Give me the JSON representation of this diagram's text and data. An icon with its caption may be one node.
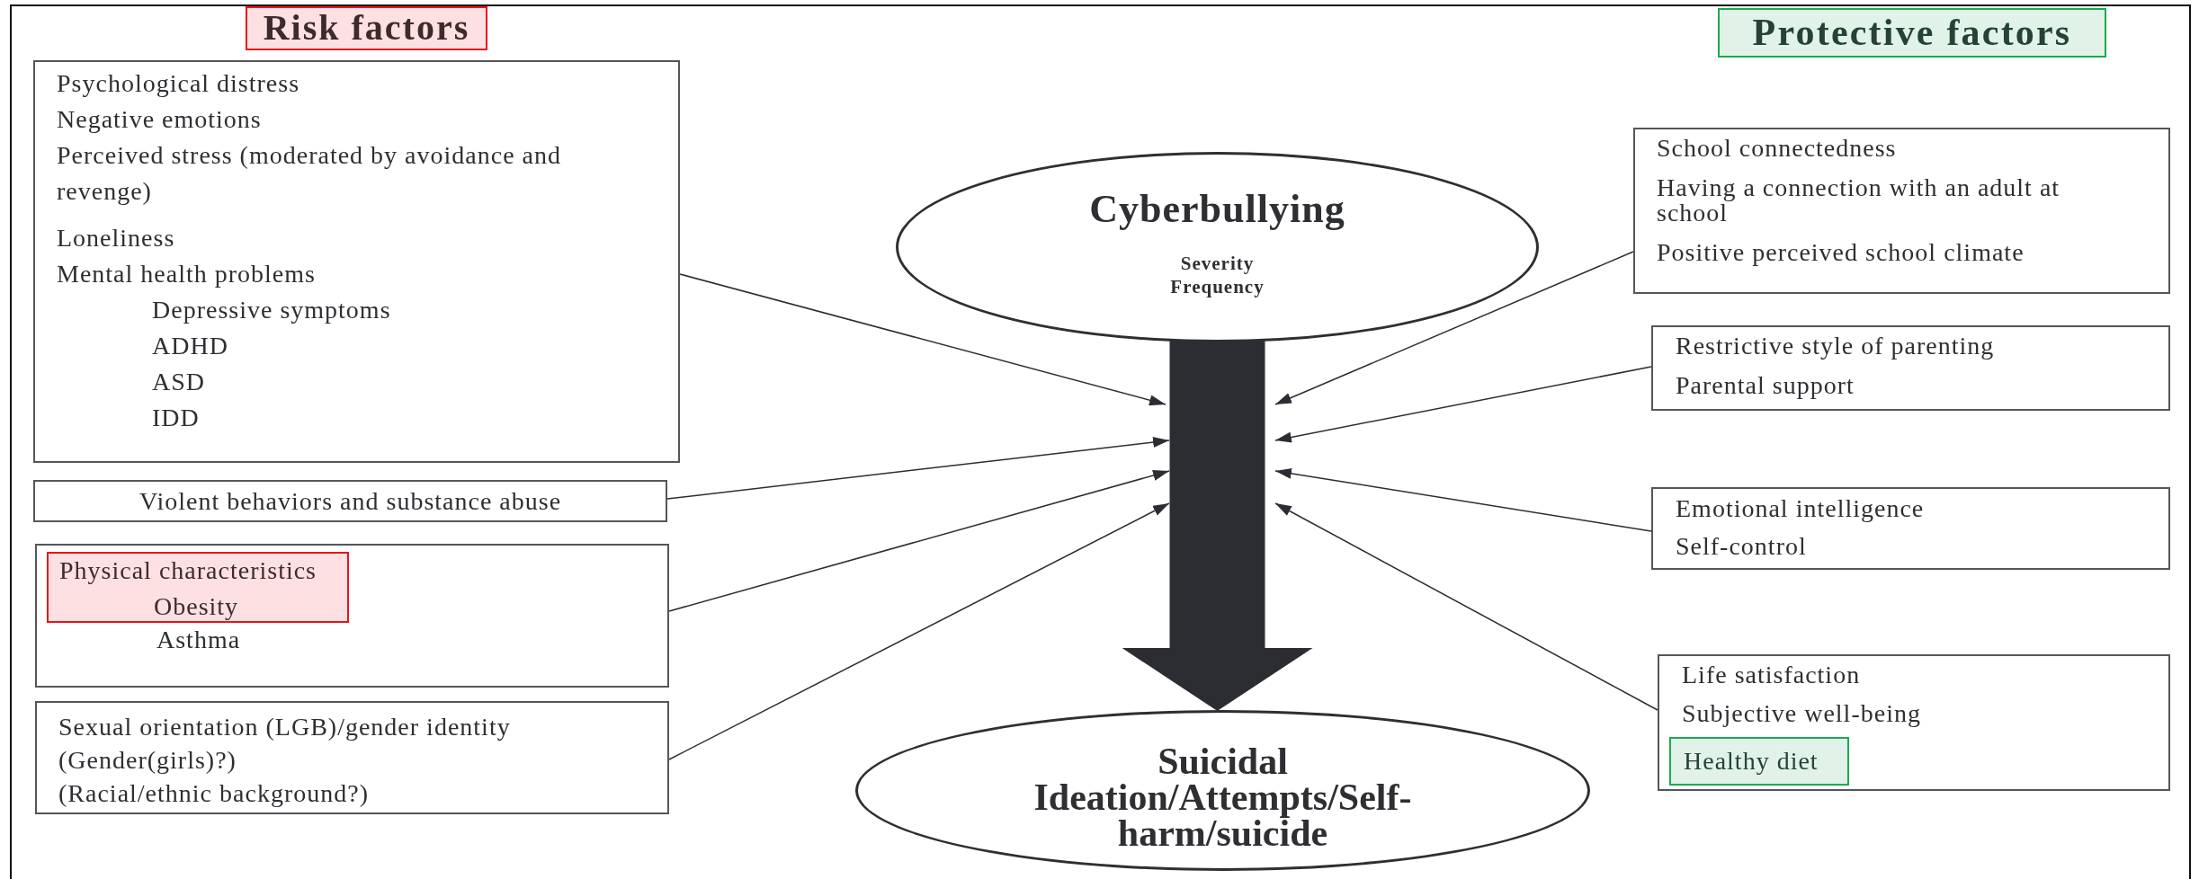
{
  "diagram": {
    "nodes": [
      {
        "text": [
          "Risk factors"
        ]
      },
      {
        "text": [
          "Psychological distress",
          "Negative emotions",
          "Perceived stress (moderated by avoidance and revenge)",
          "Loneliness",
          "Mental health problems",
          "Depressive symptoms",
          "ADHD",
          "ASD",
          "IDD"
        ]
      },
      {
        "text": [
          "Violent behaviors and substance abuse"
        ]
      },
      {
        "text": [
          "Asthma"
        ]
      },
      {
        "text": [
          "Physical characteristics",
          "Obesity"
        ],
        "in": 3
      },
      {
        "text": [
          "Sexual orientation (LGB)/gender identity",
          "(Gender(girls)?)",
          "(Racial/ethnic background?)"
        ]
      },
      {
        "text": [
          "Protective factors"
        ]
      },
      {
        "text": [
          "School connectedness",
          "Having a connection with an adult at school",
          "Positive perceived school climate"
        ]
      },
      {
        "text": [
          "Restrictive style of parenting",
          "Parental support"
        ]
      },
      {
        "text": [
          "Emotional intelligence",
          "Self-control"
        ]
      },
      {
        "text": [
          "Life satisfaction",
          "Subjective well-being"
        ]
      },
      {
        "text": [
          "Healthy diet"
        ],
        "in": 10
      },
      {
        "text": [
          "Cyberbullying",
          "Severity",
          "Frequency"
        ]
      },
      {
        "text": [
          "Suicidal Ideation/Attempts/Self-harm/suicide"
        ]
      }
    ],
    "edges": [
      {
        "from": 12,
        "to": 13,
        "arrow": "to",
        "style": "thick"
      },
      {
        "from": 1,
        "to": null,
        "arrow": "to"
      },
      {
        "from": 2,
        "to": null,
        "arrow": "to"
      },
      {
        "from": 3,
        "to": null,
        "arrow": "to"
      },
      {
        "from": 5,
        "to": null,
        "arrow": "to"
      },
      {
        "from": 7,
        "to": null,
        "arrow": "to"
      },
      {
        "from": 8,
        "to": null,
        "arrow": "to"
      },
      {
        "from": 9,
        "to": null,
        "arrow": "to"
      },
      {
        "from": 10,
        "to": null,
        "arrow": "to"
      }
    ]
  }
}
